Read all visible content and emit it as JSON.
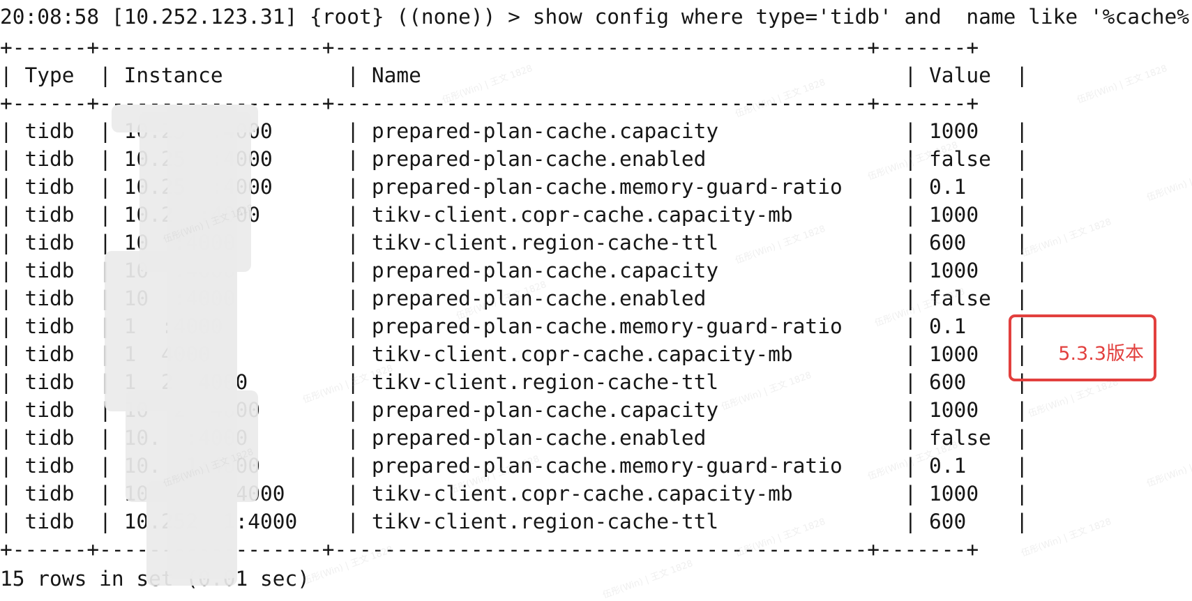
{
  "terminal": {
    "prompt": "20:08:58 [10.252.123.31] {root} ((none)) > show config where type='tidb' and  name like '%cache%';",
    "separator": "+------+------------------+-------------------------------------------+-------+",
    "table": {
      "columns": [
        "Type",
        "Instance",
        "Name",
        "Value"
      ],
      "rows": [
        {
          "type": "tidb",
          "instance": "10.25  :4000",
          "name": "prepared-plan-cache.capacity",
          "value": "1000"
        },
        {
          "type": "tidb",
          "instance": "10.25  :4000",
          "name": "prepared-plan-cache.enabled",
          "value": "false"
        },
        {
          "type": "tidb",
          "instance": "10.25  :4000",
          "name": "prepared-plan-cache.memory-guard-ratio",
          "value": "0.1"
        },
        {
          "type": "tidb",
          "instance": "10.2  :4000",
          "name": "tikv-client.copr-cache.capacity-mb",
          "value": "1000"
        },
        {
          "type": "tidb",
          "instance": "10  :4000",
          "name": "tikv-client.region-cache-ttl",
          "value": "600"
        },
        {
          "type": "tidb",
          "instance": "10  :4000",
          "name": "prepared-plan-cache.capacity",
          "value": "1000"
        },
        {
          "type": "tidb",
          "instance": "10  :4000",
          "name": "prepared-plan-cache.enabled",
          "value": "false"
        },
        {
          "type": "tidb",
          "instance": "1  :4000",
          "name": "prepared-plan-cache.memory-guard-ratio",
          "value": "0.1"
        },
        {
          "type": "tidb",
          "instance": "1  4000",
          "name": "tikv-client.copr-cache.capacity-mb",
          "value": "1000"
        },
        {
          "type": "tidb",
          "instance": "1  2  4000",
          "name": "tikv-client.region-cache-ttl",
          "value": "600"
        },
        {
          "type": "tidb",
          "instance": "10  2  4000",
          "name": "prepared-plan-cache.capacity",
          "value": "1000"
        },
        {
          "type": "tidb",
          "instance": "10.  :4000",
          "name": "prepared-plan-cache.enabled",
          "value": "false"
        },
        {
          "type": "tidb",
          "instance": "10.  1:4000",
          "name": "prepared-plan-cache.memory-guard-ratio",
          "value": "0.1"
        },
        {
          "type": "tidb",
          "instance": "10  2  1:4000",
          "name": "tikv-client.copr-cache.capacity-mb",
          "value": "1000"
        },
        {
          "type": "tidb",
          "instance": "10.252  1:4000",
          "name": "tikv-client.region-cache-ttl",
          "value": "600"
        }
      ]
    },
    "footer": "15 rows in set (0.01 sec)"
  },
  "annotation": {
    "label": "5.3.3版本",
    "color": "#e2403e"
  },
  "watermark": {
    "text": "伍彤(Win) | 王文 1828"
  }
}
